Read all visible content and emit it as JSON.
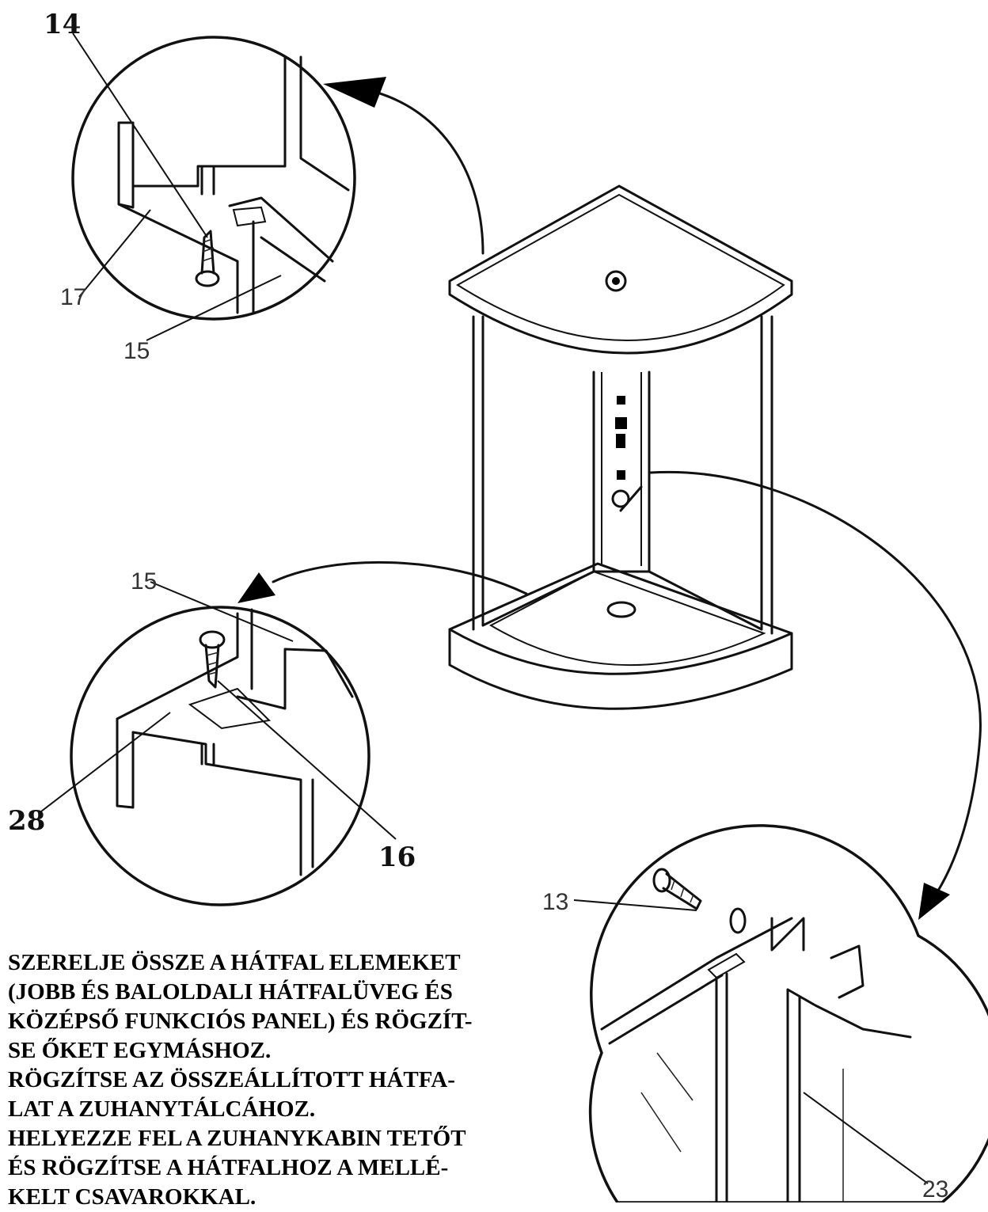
{
  "callouts": {
    "top_left": [
      "14",
      "17",
      "15"
    ],
    "middle_left": [
      "15",
      "28",
      "16"
    ],
    "bottom_right": [
      "13",
      "23"
    ]
  },
  "instructions": {
    "lines": [
      "SZERELJE ÖSSZE A HÁTFAL ELEMEKET",
      "(JOBB ÉS BALOLDALI HÁTFALÜVEG ÉS",
      "KÖZÉPSŐ FUNKCIÓS PANEL) ÉS RÖGZÍT-",
      "SE ŐKET EGYMÁSHOZ.",
      "RÖGZÍTSE AZ ÖSSZEÁLLÍTOTT HÁTFA-",
      "LAT A ZUHANYTÁLCÁHOZ.",
      "HELYEZZE FEL A ZUHANYKABIN TETŐT",
      "ÉS RÖGZÍTSE A HÁTFALHOZ A MELLÉ-",
      "KELT CSAVAROKKAL."
    ]
  },
  "icons": [
    "screw-icon",
    "washer-icon",
    "arrow-icon"
  ]
}
